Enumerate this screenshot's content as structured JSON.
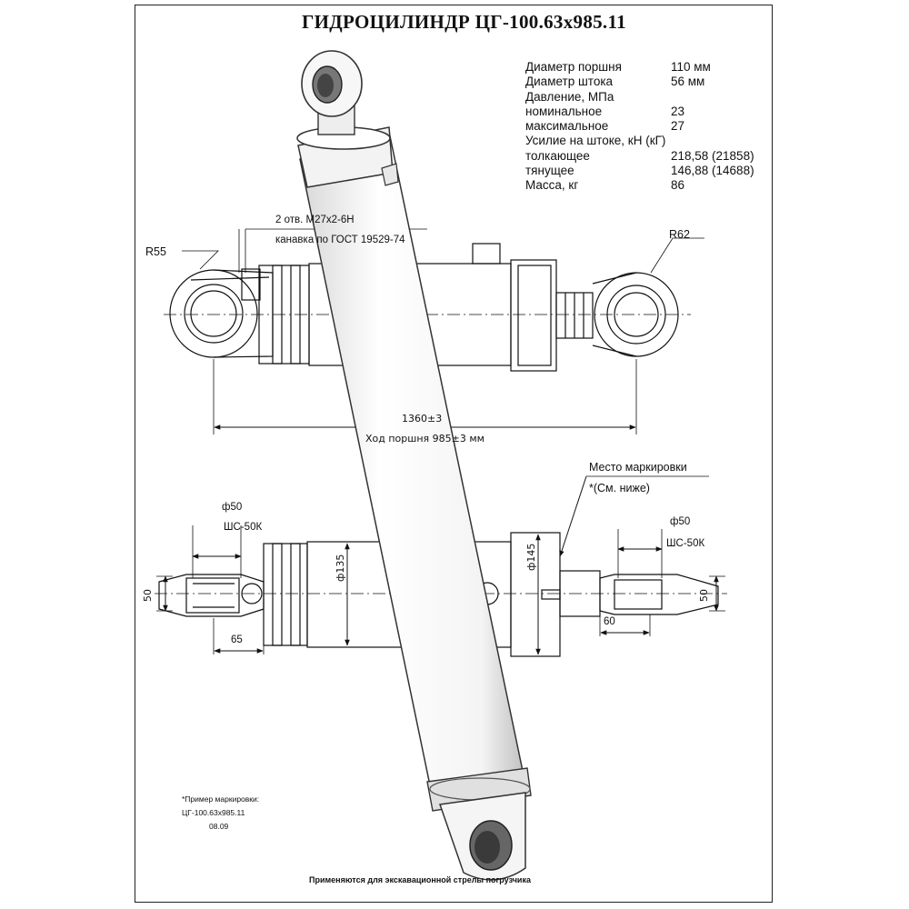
{
  "title": "ГИДРОЦИЛИНДР ЦГ-100.63х985.11",
  "specs": [
    {
      "label": "Диаметр поршня",
      "value": "110 мм"
    },
    {
      "label": "Диаметр штока",
      "value": "56 мм"
    },
    {
      "label": "Давление, МПа",
      "value": ""
    },
    {
      "label": "номинальное",
      "value": "23"
    },
    {
      "label": "максимальное",
      "value": "27"
    },
    {
      "label": "Усилие на штоке, кН (кГ)",
      "value": ""
    },
    {
      "label": "толкающее",
      "value": "218,58 (21858)"
    },
    {
      "label": "тянущее",
      "value": "146,88 (14688)"
    },
    {
      "label": "Масса, кг",
      "value": "86"
    }
  ],
  "annotations": {
    "ports": "2 отв. М27х2-6Н",
    "groove": "канавка по ГОСТ 19529-74",
    "radius_left": "R55",
    "radius_right": "R62",
    "length": "1360±3",
    "stroke": "Ход поршня 985±3 мм",
    "marking_place": "Место маркировки",
    "marking_ref": "*(См. ниже)",
    "dia50_left": "ф50",
    "bearing_left": "ШС-50К",
    "dia50_right": "ф50",
    "bearing_right": "ШС-50К",
    "width_left": "50",
    "width_right": "50",
    "dia135": "ф135",
    "dia145": "ф145",
    "dim65": "65",
    "dim60": "60"
  },
  "marking_example": {
    "heading": "*Пример маркировки:",
    "code": "ЦГ-100.63х985.11",
    "date": "08.09"
  },
  "footer": "Применяются для экскавационной стрелы погрузчика"
}
